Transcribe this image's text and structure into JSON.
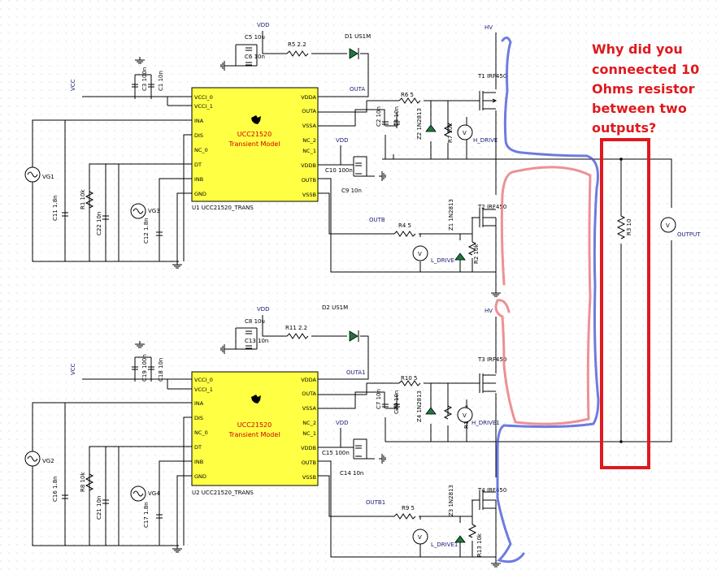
{
  "question": {
    "lines": [
      "Why did you",
      "conneected 10",
      "Ohms resistor",
      "between two",
      "outputs?"
    ],
    "color": "#e0191e"
  },
  "annotations": {
    "blue_trace_color": "#3d4fd6",
    "red_trace_color": "#e8767a"
  },
  "chip_fill": "#ffff44",
  "channels": [
    {
      "chip": {
        "line1": "UCC21520",
        "line2": "Transient Model",
        "ref": "U1 UCC21520_TRANS"
      },
      "pins_left": [
        "VCCI_0",
        "VCCI_1",
        "INA",
        "DIS",
        "NC_0",
        "DT",
        "INB",
        "GND"
      ],
      "pins_right": [
        "VDDA",
        "OUTA",
        "VSSA",
        "NC_2",
        "NC_1",
        "VDDB",
        "OUTB",
        "VSSB"
      ],
      "labels": {
        "vdd_top": "VDD",
        "c_boot_a": "C5 10u",
        "c_boot_b": "C6 10n",
        "r_boot": "R5 2.2",
        "d_boot": "D1 US1M",
        "vcc": "VCC",
        "c_vcc_a": "C3 100n",
        "c_vcc_b": "C1 10n",
        "out_a": "OUTA",
        "r_gate_a": "R6 5",
        "c_a1": "C2 10n",
        "c_a2": "C4 10n",
        "z_a": "Z2 1N2813",
        "r_pd_a": "R7 10k",
        "meter_a": "H_DRIVE",
        "hv": "HV",
        "t_high": "T1 IRF450",
        "vdd_mid": "VDD",
        "c_vddb_a": "C10 100n",
        "c_vddb_b": "C9 10n",
        "vg_a": "VG1",
        "c_in": "C11 1.8n",
        "r_dis": "R1 10k",
        "c_dt": "C22 10n",
        "vg_b": "VG3",
        "c_inb": "C12 1.8n",
        "z_b": "Z1 1N2813",
        "t_low": "T2 IRF450",
        "out_b": "OUTB",
        "r_gate_b": "R4 5",
        "meter_b": "L_DRIVE",
        "r_pd_b": "R2 10k"
      }
    },
    {
      "chip": {
        "line1": "UCC21520",
        "line2": "Transient Model",
        "ref": "U2 UCC21520_TRANS"
      },
      "pins_left": [
        "VCCI_0",
        "VCCI_1",
        "INA",
        "DIS",
        "NC_0",
        "DT",
        "INB",
        "GND"
      ],
      "pins_right": [
        "VDDA",
        "OUTA",
        "VSSA",
        "NC_2",
        "NC_1",
        "VDDB",
        "OUTB",
        "VSSB"
      ],
      "labels": {
        "vdd_top": "VDD",
        "c_boot_a": "C8 10u",
        "c_boot_b": "C13 10n",
        "r_boot": "R11 2.2",
        "d_boot": "D2 US1M",
        "vcc": "VCC",
        "c_vcc_a": "C19 100n",
        "c_vcc_b": "C18 10n",
        "out_a": "OUTA1",
        "r_gate_a": "R10 5",
        "c_a1": "C7 10n",
        "c_a2": "C20 10n",
        "z_a": "Z4 1N2813",
        "r_pd_a": "R14 10k",
        "meter_a": "H_DRIVE1",
        "hv": "HV",
        "t_high": "T3 IRF450",
        "vdd_mid": "VDD",
        "c_vddb_a": "C15 100n",
        "c_vddb_b": "C14 10n",
        "vg_a": "VG2",
        "c_in": "C16 1.8n",
        "r_dis": "R8 10k",
        "c_dt": "C21 10n",
        "vg_b": "VG4",
        "c_inb": "C17 1.8n",
        "z_b": "Z3 1N2813",
        "t_low": "T4 IRF450",
        "out_b": "OUTB1",
        "r_gate_b": "R9 5",
        "meter_b": "L_DRIVE1",
        "r_pd_b": "R13 10k"
      }
    }
  ],
  "load": {
    "resistor": "R3 10",
    "meter": "OUTPUT"
  }
}
